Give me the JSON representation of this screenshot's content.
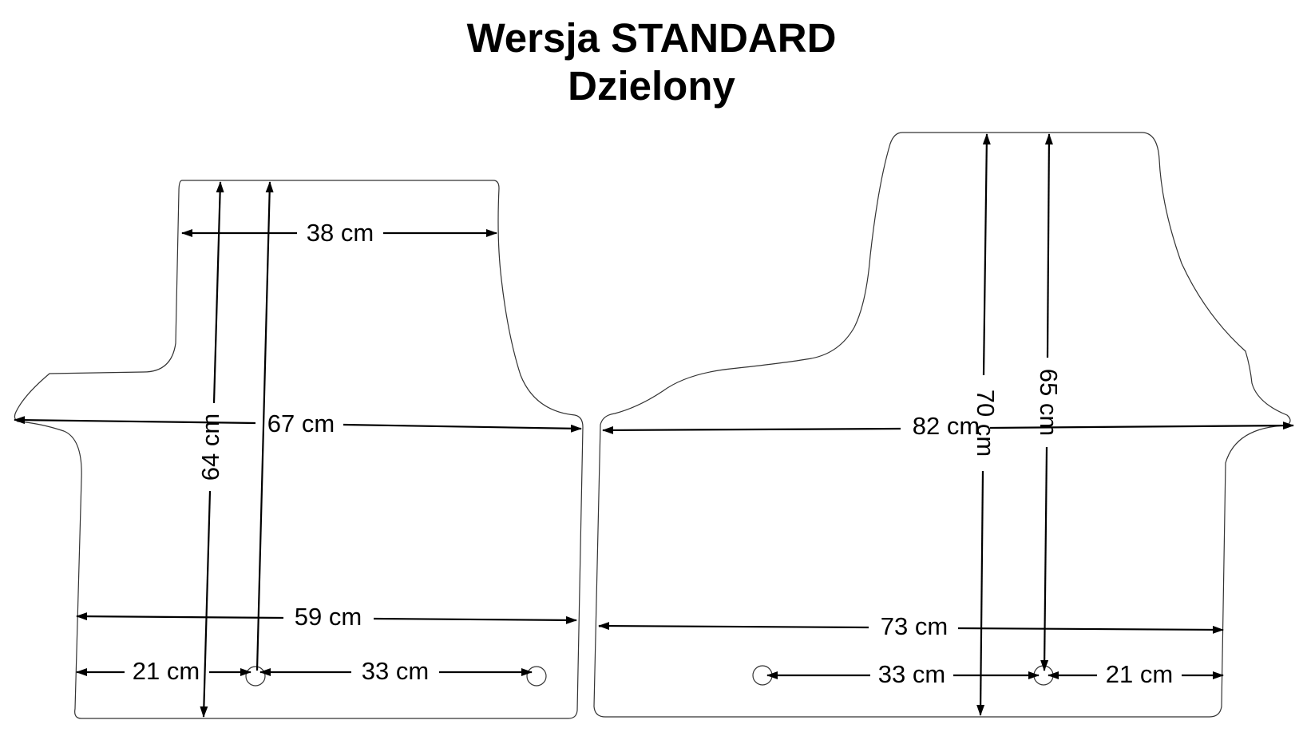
{
  "title": {
    "line1": "Wersja STANDARD",
    "line2": "Dzielony"
  },
  "left_mat": {
    "top_width": "38 cm",
    "mid_width": "67 cm",
    "height_outer": "64 cm",
    "bottom_width": "59 cm",
    "hole_to_left": "21 cm",
    "hole_to_hole": "33 cm"
  },
  "right_mat": {
    "mid_width": "82 cm",
    "height_outer": "70 cm",
    "height_inner": "65 cm",
    "bottom_width": "73 cm",
    "hole_to_hole": "33 cm",
    "hole_to_right": "21 cm"
  }
}
